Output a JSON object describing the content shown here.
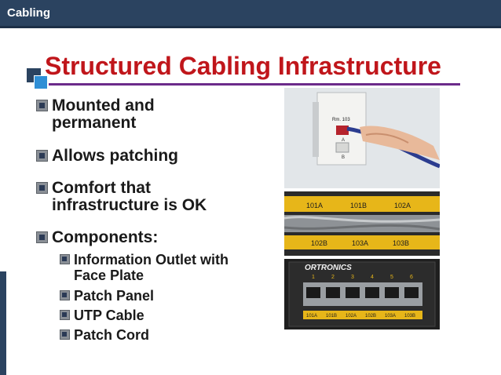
{
  "header": {
    "label": "Cabling"
  },
  "slide": {
    "title": "Structured Cabling Infrastructure",
    "bullets": [
      {
        "lines": [
          "Mounted and",
          "permanent"
        ]
      },
      {
        "lines": [
          "Allows patching"
        ]
      },
      {
        "lines": [
          "Comfort that",
          "infrastructure is OK"
        ]
      },
      {
        "lines": [
          "Components:"
        ]
      }
    ],
    "sub_bullets": [
      {
        "lines": [
          "Information Outlet with",
          "Face Plate"
        ]
      },
      {
        "lines": [
          "Patch Panel"
        ]
      },
      {
        "lines": [
          "UTP Cable"
        ]
      },
      {
        "lines": [
          "Patch Cord"
        ]
      }
    ]
  },
  "photos": {
    "outlet": {
      "plate_label": "Rm. 103",
      "jack_a": "A",
      "jack_b": "B"
    },
    "cables": {
      "tags": [
        "101A",
        "101B",
        "102A",
        "102B",
        "103A",
        "103B"
      ]
    },
    "panel": {
      "brand": "ORTRONICS",
      "ports": [
        "1",
        "2",
        "3",
        "4",
        "5",
        "6"
      ],
      "labels": [
        "101A",
        "101B",
        "102A",
        "102B",
        "103A",
        "103B"
      ]
    }
  },
  "colors": {
    "header_bg": "#2b4360",
    "title": "#c0161b",
    "rule": "#6b2a8a",
    "accent": "#2f8fd6"
  }
}
